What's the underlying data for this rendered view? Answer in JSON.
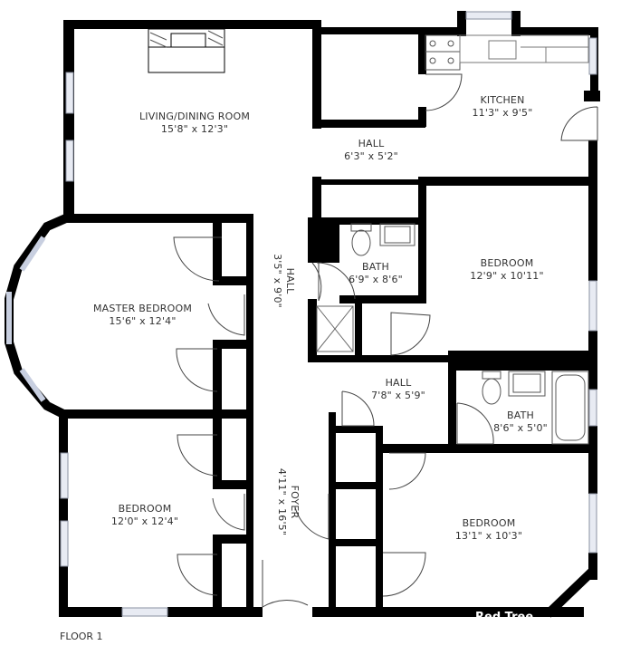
{
  "floor_label": "FLOOR 1",
  "watermark": "Red Tree",
  "colors": {
    "wall": "#000000",
    "background": "#ffffff",
    "window": "#c8cfe0",
    "text": "#333333"
  },
  "rooms": [
    {
      "id": "living",
      "name": "LIVING/DINING ROOM",
      "dims": "15'8\" x 12'3\""
    },
    {
      "id": "kitchen",
      "name": "KITCHEN",
      "dims": "11'3\" x 9'5\""
    },
    {
      "id": "hall_top",
      "name": "HALL",
      "dims": "6'3\" x 5'2\""
    },
    {
      "id": "hall_vert",
      "name": "HALL",
      "dims": "3'5\" x 9'0\""
    },
    {
      "id": "bath_1",
      "name": "BATH",
      "dims": "6'9\" x 8'6\""
    },
    {
      "id": "bedroom_ne",
      "name": "BEDROOM",
      "dims": "12'9\" x 10'11\""
    },
    {
      "id": "master",
      "name": "MASTER BEDROOM",
      "dims": "15'6\" x 12'4\""
    },
    {
      "id": "hall_mid",
      "name": "HALL",
      "dims": "7'8\" x 5'9\""
    },
    {
      "id": "bath_2",
      "name": "BATH",
      "dims": "8'6\" x 5'0\""
    },
    {
      "id": "foyer",
      "name": "FOYER",
      "dims": "4'11\" x 16'5\""
    },
    {
      "id": "bedroom_sw",
      "name": "BEDROOM",
      "dims": "12'0\" x 12'4\""
    },
    {
      "id": "bedroom_se",
      "name": "BEDROOM",
      "dims": "13'1\" x 10'3\""
    }
  ],
  "icons": {
    "fireplace": "fireplace-icon",
    "stove": "stove-icon",
    "sink": "sink-icon",
    "toilet": "toilet-icon",
    "shower": "shower-icon",
    "bathtub": "bathtub-icon",
    "door": "door-swing-icon",
    "window": "window-icon"
  }
}
